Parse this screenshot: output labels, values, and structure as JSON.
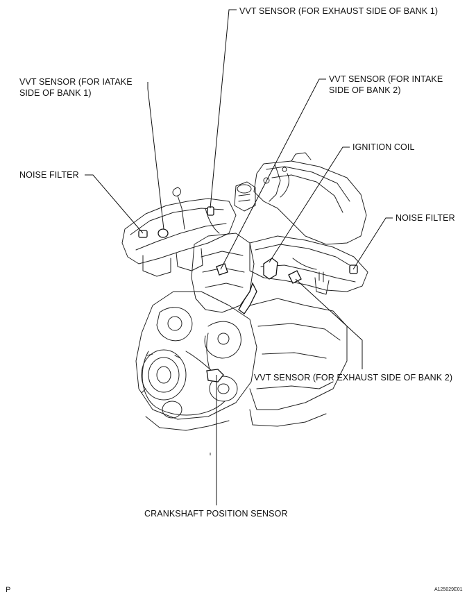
{
  "callouts": {
    "vvt_exhaust_bank1": "VVT SENSOR (FOR EXHAUST SIDE OF BANK 1)",
    "vvt_intake_bank1_line1": "VVT SENSOR (FOR IATAKE",
    "vvt_intake_bank1_line2": "SIDE OF BANK 1)",
    "vvt_intake_bank2_line1": "VVT SENSOR (FOR INTAKE",
    "vvt_intake_bank2_line2": "SIDE OF BANK 2)",
    "ignition_coil": "IGNITION COIL",
    "noise_filter_left": "NOISE FILTER",
    "noise_filter_right": "NOISE FILTER",
    "vvt_exhaust_bank2": "VVT SENSOR (FOR EXHAUST SIDE OF BANK 2)",
    "crankshaft_position": "CRANKSHAFT POSITION SENSOR"
  },
  "footer": {
    "page_letter": "P",
    "figure_code": "A125029E01"
  }
}
